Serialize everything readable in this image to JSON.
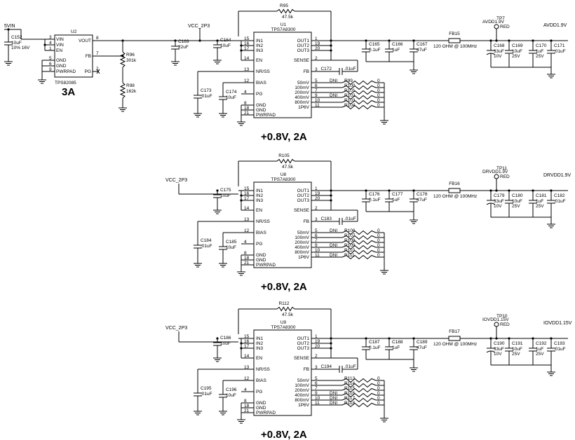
{
  "front": {
    "vin_label": "5VIN",
    "c152": [
      "C152",
      "10uF",
      "10% 16V"
    ],
    "u2": {
      "ref": "U2",
      "part": "TPS82085",
      "pins_left": [
        {
          "num": "3",
          "name": "VIN"
        },
        {
          "num": "4",
          "name": "VIN"
        },
        {
          "num": "1",
          "name": "EN"
        },
        {
          "num": "5",
          "name": "GND"
        },
        {
          "num": "6",
          "name": "GND"
        },
        {
          "num": "9",
          "name": "PWRPAD"
        }
      ],
      "pins_right": [
        {
          "num": "8",
          "name": "VOUT"
        },
        {
          "num": "7",
          "name": "FB"
        },
        {
          "num": "2",
          "name": "PG"
        }
      ]
    },
    "current": "3A",
    "r95": [
      "R95",
      "47.5k"
    ],
    "r96": [
      "R96",
      "301k"
    ],
    "r98": [
      "R98",
      "162k"
    ],
    "vcc_label": "VCC_2P3",
    "c163": [
      "C163",
      "22uF"
    ]
  },
  "stages": [
    {
      "vcc": "VCC_2P3",
      "rfb": [
        "R95",
        "47.5k"
      ],
      "u": [
        "U1",
        "TPS7A8300"
      ],
      "cin": [
        "C164",
        "10uF"
      ],
      "cnr": [
        "C173",
        ".01uF"
      ],
      "cbias": [
        "C174",
        "10uF"
      ],
      "cff": [
        "C172",
        ".01uF"
      ],
      "cout": [
        [
          "C165",
          "0.1uF"
        ],
        [
          "C166",
          "1uF"
        ],
        [
          "C167",
          "47uF"
        ]
      ],
      "fb_ref": "FB15",
      "tp_ref": "TP7",
      "tp_net": "AVDD1.9V",
      "tp_color": "RED",
      "net": "AVDD1.9V",
      "cload": [
        [
          "C168",
          "33uF",
          "10V"
        ],
        [
          "C169",
          "10uF",
          "25V"
        ],
        [
          "C170",
          "1uF",
          "25V"
        ],
        [
          "C171",
          ".01uF",
          ""
        ]
      ],
      "res": [
        {
          "ref": "R99",
          "dni": "DNI"
        },
        {
          "ref": "R100",
          "dni": ""
        },
        {
          "ref": "R101",
          "dni": ""
        },
        {
          "ref": "R102",
          "dni": "DNI"
        },
        {
          "ref": "R103",
          "dni": ""
        },
        {
          "ref": "R104",
          "dni": ""
        }
      ],
      "vout": "+0.8V, 2A"
    },
    {
      "vcc": "VCC_2P3",
      "rfb": [
        "R105",
        "47.5k"
      ],
      "u": [
        "U8",
        "TPS7A8300"
      ],
      "cin": [
        "C175",
        "10uF"
      ],
      "cnr": [
        "C184",
        ".01uF"
      ],
      "cbias": [
        "C185",
        "10uF"
      ],
      "cff": [
        "C183",
        ".01uF"
      ],
      "cout": [
        [
          "C176",
          "0.1uF"
        ],
        [
          "C177",
          "1uF"
        ],
        [
          "C178",
          "47uF"
        ]
      ],
      "fb_ref": "FB16",
      "tp_ref": "TP11",
      "tp_net": "DRVDD1.9V",
      "tp_color": "RED",
      "net": "DRVDD1.9V",
      "cload": [
        [
          "C179",
          "33uF",
          "10V"
        ],
        [
          "C180",
          "10uF",
          "25V"
        ],
        [
          "C181",
          "1uF",
          "25V"
        ],
        [
          "C182",
          ".01uF",
          ""
        ]
      ],
      "res": [
        {
          "ref": "R106",
          "dni": "DNI"
        },
        {
          "ref": "R107",
          "dni": ""
        },
        {
          "ref": "R108",
          "dni": ""
        },
        {
          "ref": "R109",
          "dni": "DNI"
        },
        {
          "ref": "R110",
          "dni": ""
        },
        {
          "ref": "R111",
          "dni": "DNI"
        }
      ],
      "vout": "+0.8V, 2A"
    },
    {
      "vcc": "VCC_2P3",
      "rfb": [
        "R112",
        "47.5k"
      ],
      "u": [
        "U9",
        "TPS7A8300"
      ],
      "cin": [
        "C186",
        "10uF"
      ],
      "cnr": [
        "C195",
        ".01uF"
      ],
      "cbias": [
        "C196",
        "10uF"
      ],
      "cff": [
        "C194",
        ".01uF"
      ],
      "cout": [
        [
          "C187",
          "0.1uF"
        ],
        [
          "C188",
          "1uF"
        ],
        [
          "C189",
          "47uF"
        ]
      ],
      "fb_ref": "FB17",
      "tp_ref": "TP10",
      "tp_net": "IOVDD1.15V",
      "tp_color": "RED",
      "net": "IOVDD1.15V",
      "cload": [
        [
          "C190",
          "33uF",
          "10V"
        ],
        [
          "C191",
          "10uF",
          "25V"
        ],
        [
          "C192",
          "1uF",
          "25V"
        ],
        [
          "C193",
          ".01uF",
          ""
        ]
      ],
      "res": [
        {
          "ref": "R113",
          "dni": ""
        },
        {
          "ref": "R114",
          "dni": ""
        },
        {
          "ref": "R115",
          "dni": ""
        },
        {
          "ref": "R116",
          "dni": "DNI"
        },
        {
          "ref": "R117",
          "dni": "DNI"
        },
        {
          "ref": "R118",
          "dni": "DNI"
        }
      ],
      "vout": "+0.8V, 2A"
    }
  ],
  "ldo_pins_left": [
    {
      "num": "15",
      "name": "IN1"
    },
    {
      "num": "16",
      "name": "IN2"
    },
    {
      "num": "17",
      "name": "IN3"
    },
    {
      "num": "14",
      "name": "EN"
    },
    {
      "num": "13",
      "name": "NR/SS"
    },
    {
      "num": "12",
      "name": "BIAS"
    },
    {
      "num": "4",
      "name": "PG"
    },
    {
      "num": "8",
      "name": "GND"
    },
    {
      "num": "18",
      "name": "GND"
    },
    {
      "num": "21",
      "name": "PWRPAD"
    }
  ],
  "ldo_pins_right": [
    {
      "num": "1",
      "name": "OUT1"
    },
    {
      "num": "19",
      "name": "OUT2"
    },
    {
      "num": "20",
      "name": "OUT3"
    },
    {
      "num": "2",
      "name": "SENSE"
    },
    {
      "num": "3",
      "name": "FB"
    },
    {
      "num": "5",
      "name": "50mV"
    },
    {
      "num": "6",
      "name": "100mV"
    },
    {
      "num": "7",
      "name": "200mV"
    },
    {
      "num": "9",
      "name": "400mV"
    },
    {
      "num": "10",
      "name": "800mV"
    },
    {
      "num": "11",
      "name": "1P6V"
    }
  ],
  "ferrite_value": "120 OHM @ 100MHz",
  "res_value": "0"
}
